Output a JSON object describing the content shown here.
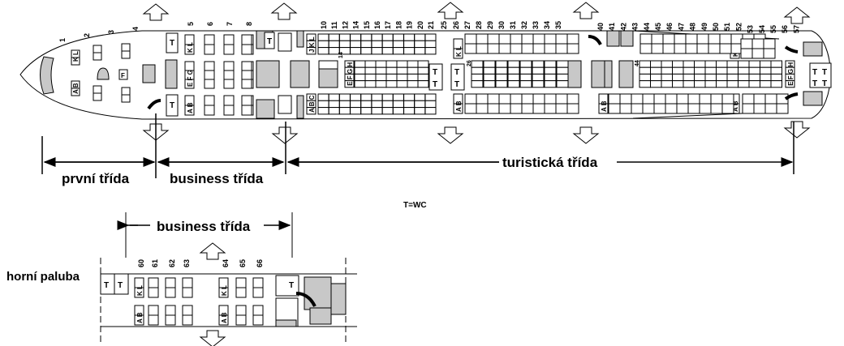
{
  "main_deck": {
    "first_rows": [
      "1",
      "2",
      "3",
      "4"
    ],
    "business_rows": [
      "5",
      "6",
      "7",
      "8"
    ],
    "economy_rows_a": [
      "10",
      "11",
      "12",
      "14",
      "15",
      "16",
      "17",
      "18",
      "19",
      "20",
      "21"
    ],
    "economy_rows_b": [
      "25",
      "26",
      "27",
      "28",
      "29",
      "30",
      "31",
      "32",
      "33",
      "34",
      "35"
    ],
    "economy_rows_c": [
      "40",
      "41",
      "42",
      "43",
      "44",
      "45",
      "46",
      "47",
      "48",
      "49",
      "50",
      "51",
      "52",
      "53",
      "54",
      "55",
      "56",
      "57"
    ],
    "seat_letters": {
      "first_left": "K L",
      "first_right": "A B",
      "first_center": "F",
      "business_top": "K L",
      "business_mid": "E F G",
      "business_bottom": "A B",
      "eco_a_top": "J K L",
      "eco_a_mid": "E F G H",
      "eco_a_bottom": "A B C",
      "eco_b_top": "K L",
      "eco_b_bottom": "A B",
      "eco_c_bottom": "A B",
      "eco_c_top2": "K L",
      "eco_c_bottom2": "A B",
      "eco_c_mid": "E F G H",
      "mid_row_markers": [
        "14",
        "26",
        "44"
      ]
    },
    "toilet_label": "T",
    "classes": {
      "first": "první třída",
      "business": "business třída",
      "economy": "turistická třída"
    }
  },
  "legend": "T=WC",
  "upper_deck": {
    "title": "horní paluba",
    "class_label": "business třída",
    "rows": [
      "60",
      "61",
      "62",
      "63",
      "64",
      "65",
      "66"
    ],
    "seat_top": "K L",
    "seat_bottom": "A B",
    "toilet_label": "T"
  },
  "colors": {
    "fill_gray": "#c8c8c8",
    "line": "#000000"
  }
}
